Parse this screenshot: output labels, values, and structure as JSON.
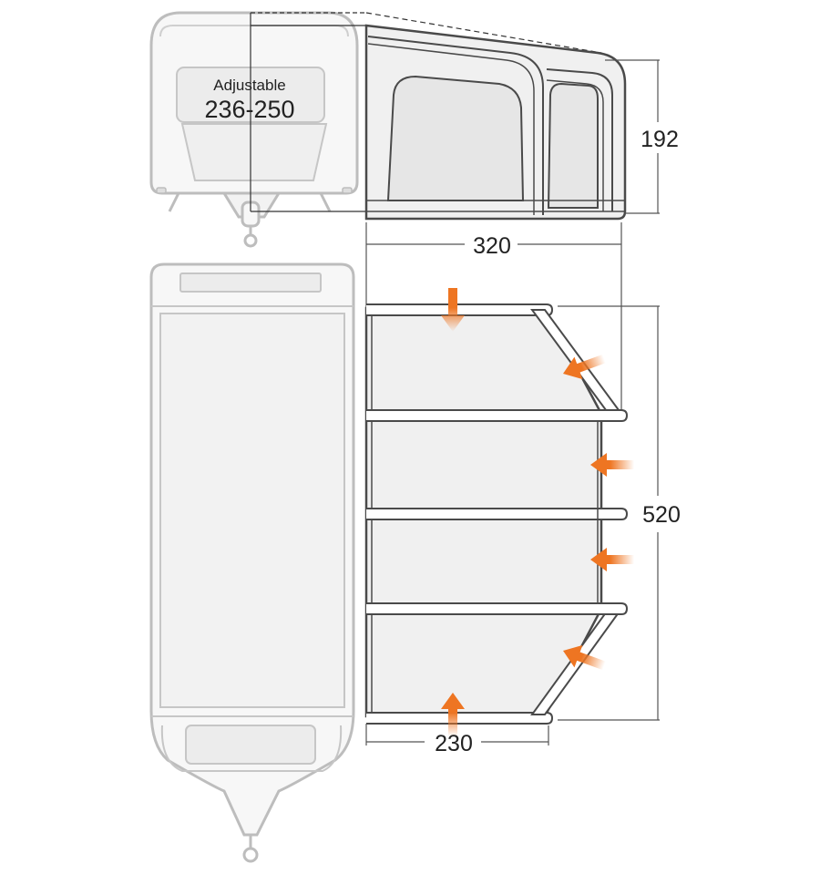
{
  "labels": {
    "adjustable": "Adjustable",
    "adjustable_range": "236-250",
    "height": "192",
    "width": "320",
    "depth": "520",
    "front_width": "230"
  },
  "colors": {
    "caravan_outline": "#bdbdbd",
    "caravan_fill": "#f7f7f7",
    "awning_outline": "#4a4a4a",
    "awning_fill": "#f0f0f0",
    "dimension_line": "#555555",
    "arrow": "#ee7522"
  },
  "icons": [
    "caravan-front-view",
    "caravan-top-view",
    "awning-side-view",
    "awning-plan-view",
    "airflow-arrow"
  ]
}
